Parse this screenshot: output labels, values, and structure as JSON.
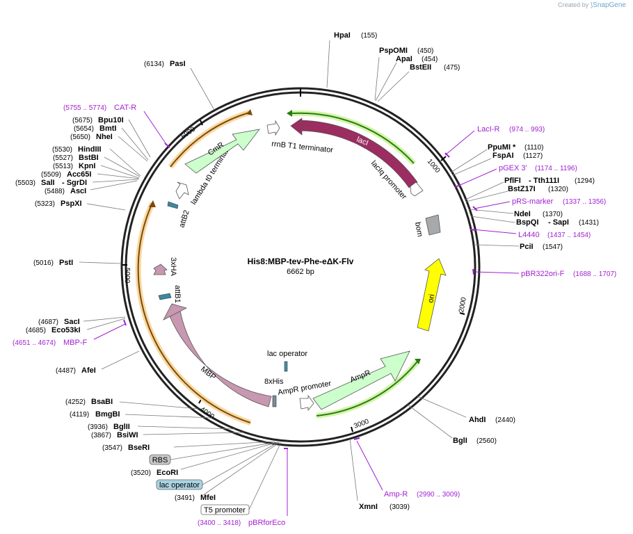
{
  "header": {
    "credit_prefix": "Created by",
    "credit_brand": "SnapGene"
  },
  "plasmid": {
    "name": "His8:MBP-tev-Phe-eΔK-Flv",
    "size_label": "6662 bp"
  },
  "ticks": [
    "1000",
    "2000",
    "3000",
    "4000",
    "5000",
    "6000"
  ],
  "features": [
    {
      "name": "lacI",
      "color": "#9b2d60"
    },
    {
      "name": "lacIq promoter",
      "color": "#ffffff"
    },
    {
      "name": "rrnB T1 terminator",
      "color": "#ffffff"
    },
    {
      "name": "bom",
      "color": "#a7aaad"
    },
    {
      "name": "ori",
      "color": "#ffff00"
    },
    {
      "name": "AmpR",
      "color": "#ccffcc"
    },
    {
      "name": "AmpR promoter",
      "color": "#ffffff"
    },
    {
      "name": "lac operator",
      "color": "#4a8fa0"
    },
    {
      "name": "8xHis",
      "color": "#7d8a96"
    },
    {
      "name": "MBP",
      "color": "#c897b0"
    },
    {
      "name": "attB1",
      "color": "#3a8aa0"
    },
    {
      "name": "3xHA",
      "color": "#c897b0"
    },
    {
      "name": "attB2",
      "color": "#3a8aa0"
    },
    {
      "name": "lambda t0 terminator",
      "color": "#ffffff"
    },
    {
      "name": "CmR",
      "color": "#ccffcc"
    }
  ],
  "sites": [
    {
      "name": "HpaI",
      "pos": "(155)"
    },
    {
      "name": "PspOMI",
      "pos": "(450)"
    },
    {
      "name": "ApaI",
      "pos": "(454)"
    },
    {
      "name": "BstEII",
      "pos": "(475)"
    },
    {
      "name": "PpuMI *",
      "pos": "(1110)"
    },
    {
      "name": "FspAI",
      "pos": "(1127)"
    },
    {
      "name": "PflFI",
      "pos": "(1294)"
    },
    {
      "name": "- Tth111I",
      "pos": ""
    },
    {
      "name": "BstZ17I",
      "pos": "(1320)"
    },
    {
      "name": "NdeI",
      "pos": "(1370)"
    },
    {
      "name": "BspQI",
      "pos": "(1431)"
    },
    {
      "name": "- SapI",
      "pos": ""
    },
    {
      "name": "PciI",
      "pos": "(1547)"
    },
    {
      "name": "AhdI",
      "pos": "(2440)"
    },
    {
      "name": "BglI",
      "pos": "(2560)"
    },
    {
      "name": "XmnI",
      "pos": "(3039)"
    },
    {
      "name": "MfeI",
      "pos": "(3491)"
    },
    {
      "name": "EcoRI",
      "pos": "(3520)"
    },
    {
      "name": "BseRI",
      "pos": "(3547)"
    },
    {
      "name": "BsiWI",
      "pos": "(3867)"
    },
    {
      "name": "BglII",
      "pos": "(3936)"
    },
    {
      "name": "BmgBI",
      "pos": "(4119)"
    },
    {
      "name": "BsaBI",
      "pos": "(4252)"
    },
    {
      "name": "AfeI",
      "pos": "(4487)"
    },
    {
      "name": "Eco53kI",
      "pos": "(4685)"
    },
    {
      "name": "SacI",
      "pos": "(4687)"
    },
    {
      "name": "PstI",
      "pos": "(5016)"
    },
    {
      "name": "PspXI",
      "pos": "(5323)"
    },
    {
      "name": "AscI",
      "pos": "(5488)"
    },
    {
      "name": "SalI",
      "pos": "(5503)"
    },
    {
      "name": "- SgrDI",
      "pos": ""
    },
    {
      "name": "Acc65I",
      "pos": "(5509)"
    },
    {
      "name": "KpnI",
      "pos": "(5513)"
    },
    {
      "name": "BstBI",
      "pos": "(5527)"
    },
    {
      "name": "HindIII",
      "pos": "(5530)"
    },
    {
      "name": "NheI",
      "pos": "(5650)"
    },
    {
      "name": "BmtI",
      "pos": "(5654)"
    },
    {
      "name": "Bpu10I",
      "pos": "(5675)"
    },
    {
      "name": "PasI",
      "pos": "(6134)"
    }
  ],
  "primers": [
    {
      "name": "LacI-R",
      "pos": "(974 .. 993)"
    },
    {
      "name": "pGEX 3'",
      "pos": "(1174 .. 1196)"
    },
    {
      "name": "pRS-marker",
      "pos": "(1337 .. 1356)"
    },
    {
      "name": "L4440",
      "pos": "(1437 .. 1454)"
    },
    {
      "name": "pBR322ori-F",
      "pos": "(1688 .. 1707)"
    },
    {
      "name": "Amp-R",
      "pos": "(2990 .. 3009)"
    },
    {
      "name": "pBRforEco",
      "pos": "(3400 .. 3418)"
    },
    {
      "name": "MBP-F",
      "pos": "(4651 .. 4674)"
    },
    {
      "name": "CAT-R",
      "pos": "(5755 .. 5774)"
    }
  ],
  "boxed": [
    {
      "name": "RBS",
      "style": "gray"
    },
    {
      "name": "lac operator",
      "style": "blue"
    },
    {
      "name": "T5 promoter",
      "style": "white"
    }
  ]
}
